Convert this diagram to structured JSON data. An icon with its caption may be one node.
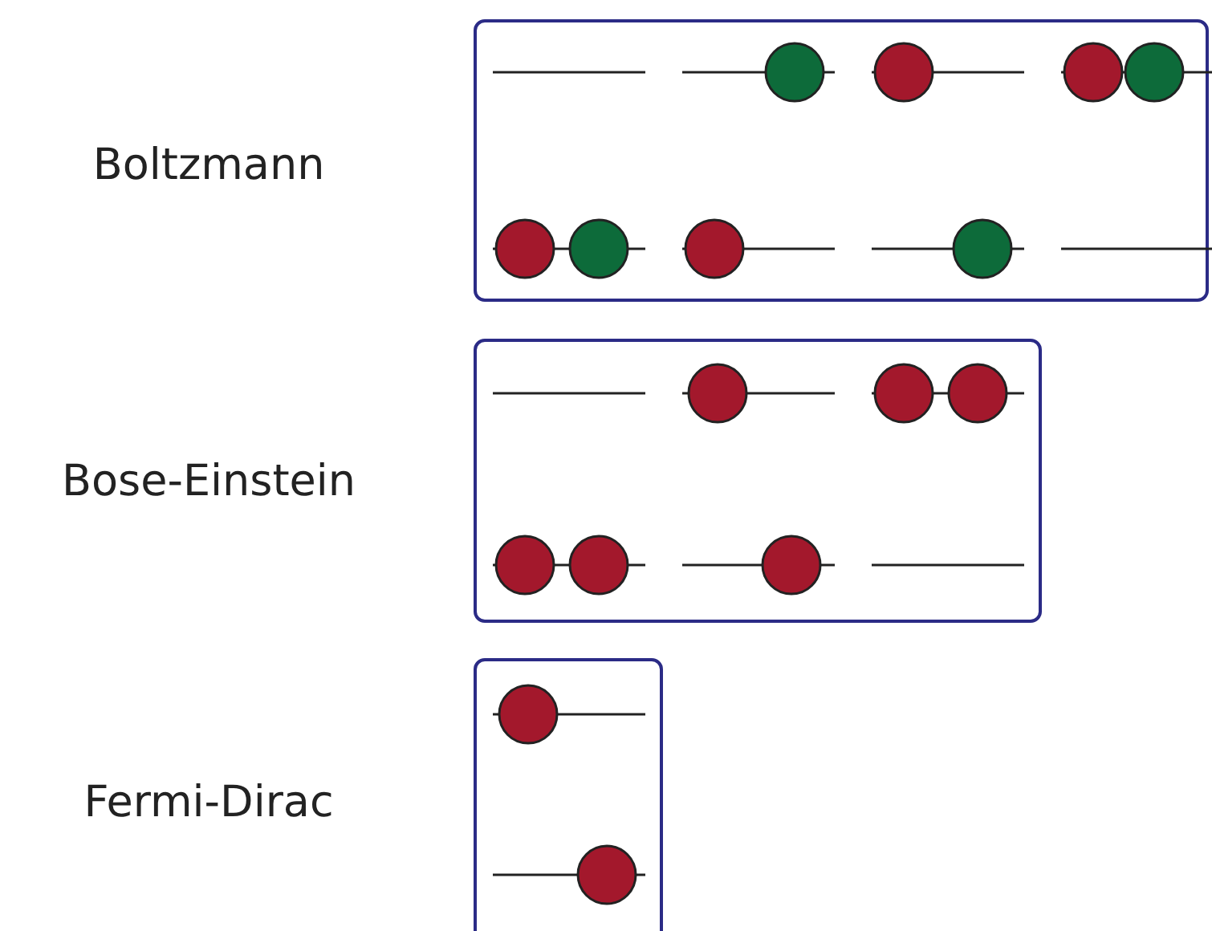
{
  "diagram": {
    "nodes": [
      {
        "text": [
          "Boltzmann"
        ]
      },
      {
        "text": [
          "Bose-Einstein"
        ]
      },
      {
        "text": [
          "Fermi-Dirac"
        ]
      }
    ]
  }
}
